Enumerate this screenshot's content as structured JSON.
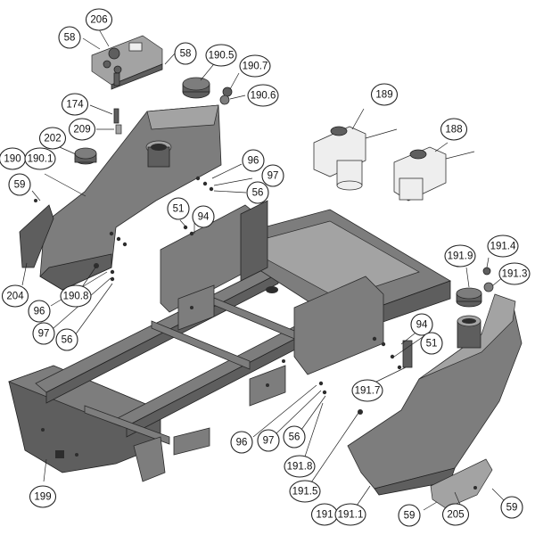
{
  "callouts": [
    {
      "id": "206",
      "text": "206"
    },
    {
      "id": "58a",
      "text": "58"
    },
    {
      "id": "58b",
      "text": "58"
    },
    {
      "id": "190_5",
      "text": "190.5"
    },
    {
      "id": "190_7",
      "text": "190.7"
    },
    {
      "id": "190_6",
      "text": "190.6"
    },
    {
      "id": "174",
      "text": "174"
    },
    {
      "id": "209",
      "text": "209"
    },
    {
      "id": "202",
      "text": "202"
    },
    {
      "id": "190",
      "text": "190"
    },
    {
      "id": "190_1",
      "text": "190.1"
    },
    {
      "id": "59a",
      "text": "59"
    },
    {
      "id": "96a",
      "text": "96"
    },
    {
      "id": "97a",
      "text": "97"
    },
    {
      "id": "56a",
      "text": "56"
    },
    {
      "id": "51a",
      "text": "51"
    },
    {
      "id": "94a",
      "text": "94"
    },
    {
      "id": "189",
      "text": "189"
    },
    {
      "id": "188",
      "text": "188"
    },
    {
      "id": "191_9",
      "text": "191.9"
    },
    {
      "id": "191_4",
      "text": "191.4"
    },
    {
      "id": "191_3",
      "text": "191.3"
    },
    {
      "id": "204",
      "text": "204"
    },
    {
      "id": "190_8",
      "text": "190.8"
    },
    {
      "id": "96b",
      "text": "96"
    },
    {
      "id": "97b",
      "text": "97"
    },
    {
      "id": "56b",
      "text": "56"
    },
    {
      "id": "94b",
      "text": "94"
    },
    {
      "id": "51b",
      "text": "51"
    },
    {
      "id": "191_7",
      "text": "191.7"
    },
    {
      "id": "96c",
      "text": "96"
    },
    {
      "id": "97c",
      "text": "97"
    },
    {
      "id": "56c",
      "text": "56"
    },
    {
      "id": "191_8",
      "text": "191.8"
    },
    {
      "id": "191_5",
      "text": "191.5"
    },
    {
      "id": "199",
      "text": "199"
    },
    {
      "id": "191",
      "text": "191"
    },
    {
      "id": "191_1",
      "text": "191.1"
    },
    {
      "id": "59b",
      "text": "59"
    },
    {
      "id": "205",
      "text": "205"
    },
    {
      "id": "59c",
      "text": "59"
    }
  ]
}
